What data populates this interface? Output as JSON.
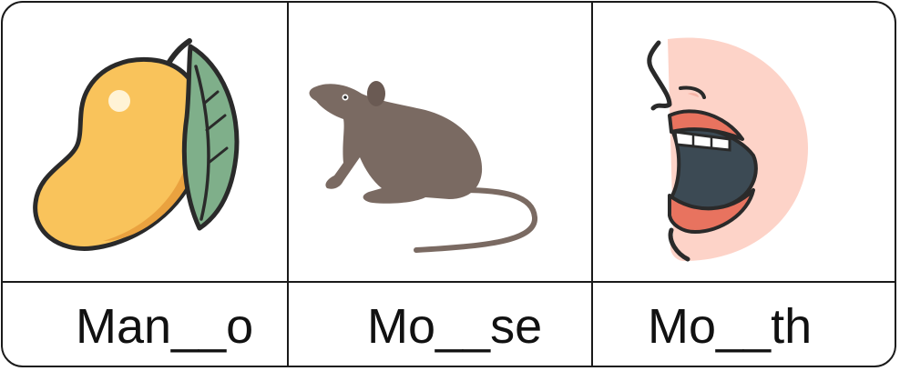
{
  "cards": [
    {
      "word": "Man__o",
      "icon": "mango-icon"
    },
    {
      "word": "Mo__se",
      "icon": "mouse-icon"
    },
    {
      "word": "Mo__th",
      "icon": "mouth-icon"
    }
  ],
  "colors": {
    "border": "#1a1a1a",
    "mango": "#f9c35b",
    "mango_shade": "#eaa23f",
    "leaf": "#7faf8a",
    "mouse": "#7a6a62",
    "skin": "#fdd3c8",
    "lips": "#e8735f"
  }
}
